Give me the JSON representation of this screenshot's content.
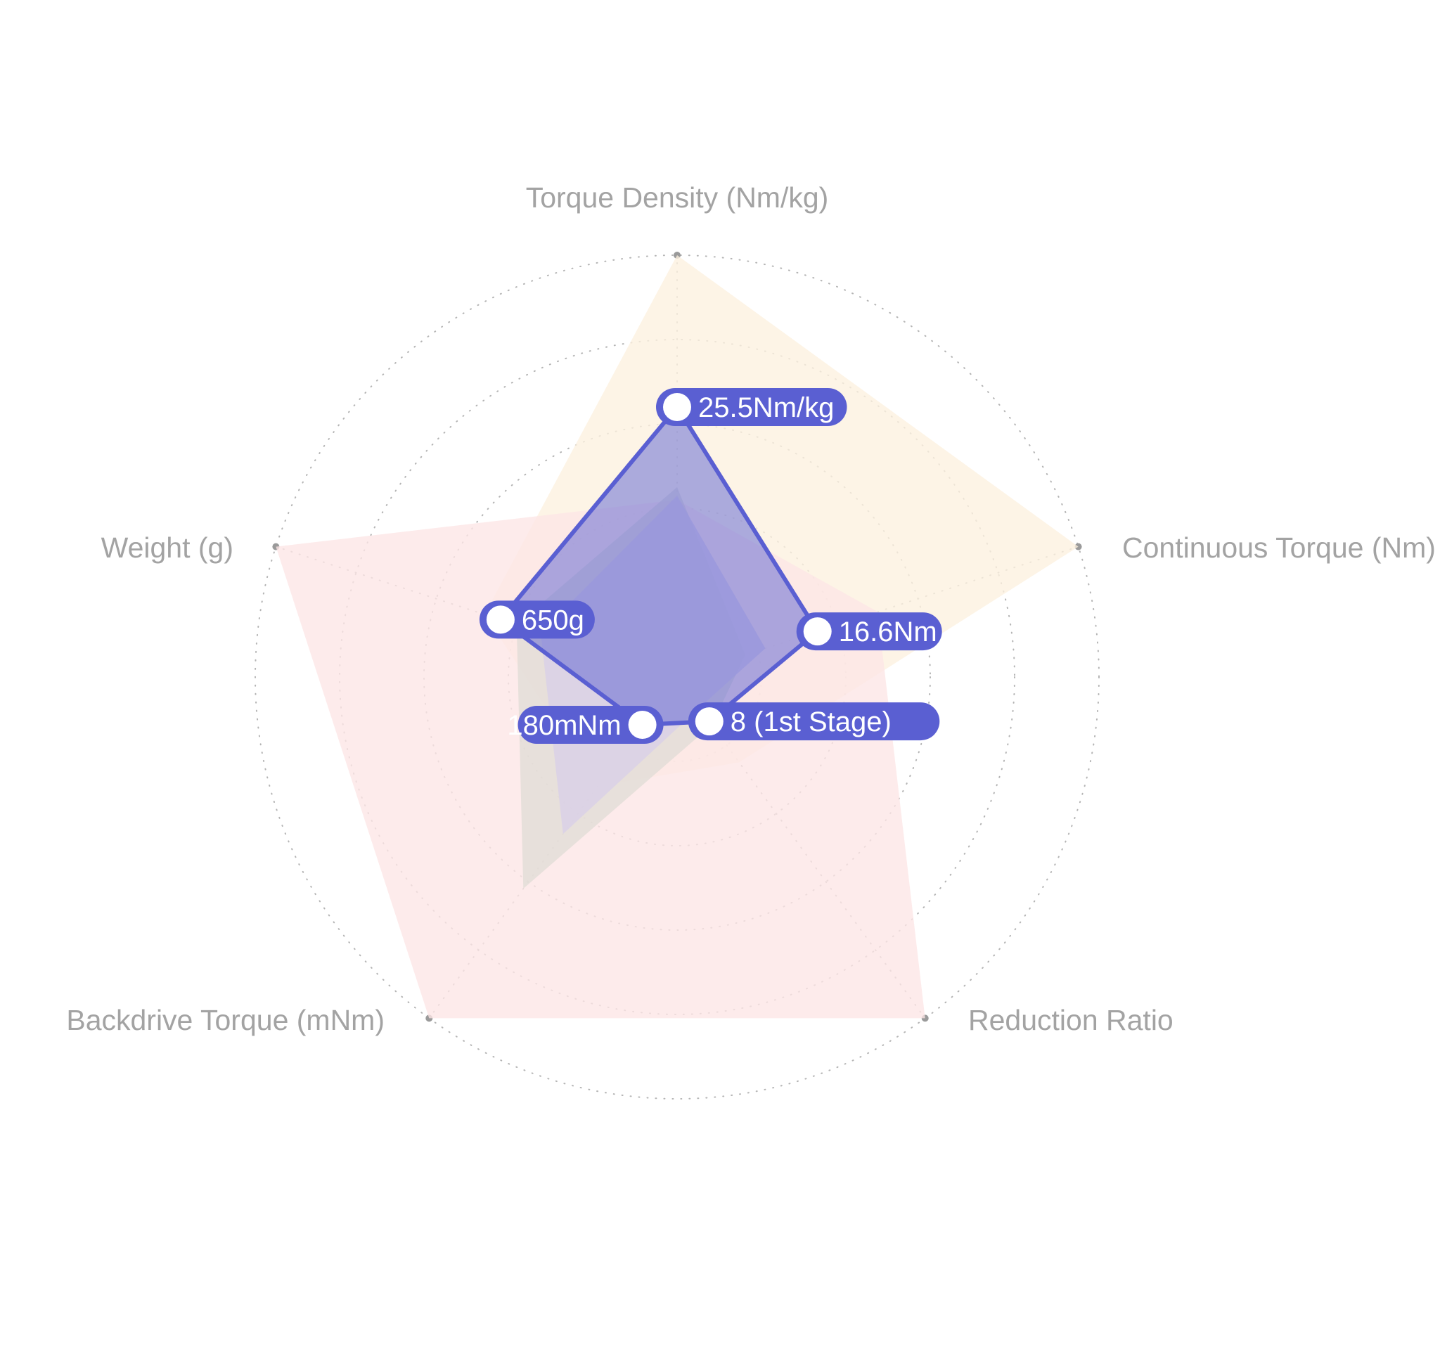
{
  "chart_data": {
    "type": "radar",
    "title": "",
    "axes": [
      "Torque Density (Nm/kg)",
      "Continuous Torque (Nm)",
      "Reduction Ratio",
      "Backdrive Torque (mNm)",
      "Weight (g)"
    ],
    "rmax": 1.0,
    "rings": 5,
    "grid": "dotted",
    "series": [
      {
        "values": [
          1.0,
          1.0,
          0.25,
          0.32,
          0.48
        ],
        "color": "#fdf1df"
      },
      {
        "values": [
          0.42,
          0.5,
          1.0,
          1.0,
          1.0
        ],
        "color": "#fde6e6"
      },
      {
        "values": [
          0.45,
          0.17,
          0.14,
          0.62,
          0.4
        ],
        "color": "#e0ddd6"
      },
      {
        "values": [
          0.43,
          0.22,
          0.09,
          0.46,
          0.34
        ],
        "color": "#d8d0e8"
      },
      {
        "values": [
          0.64,
          0.35,
          0.13,
          0.14,
          0.44
        ],
        "color": "#5a5fd2",
        "labels": [
          "25.5Nm/kg",
          "16.6Nm",
          "8 (1st Stage)",
          "180mNm",
          "650g"
        ]
      }
    ]
  }
}
